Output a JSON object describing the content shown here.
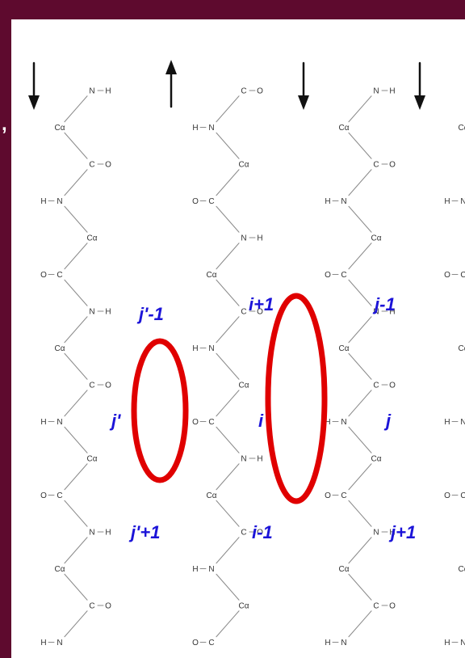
{
  "colors": {
    "background": "#5e0a2e",
    "panel": "#ffffff",
    "bond": "#8a8a8a",
    "atom_text": "#333333",
    "hbond": "#f08080",
    "label": "#1c14d8",
    "highlight": "#e00000",
    "arrow": "#111111"
  },
  "decor": {
    "comma": ","
  },
  "strand_direction_arrows": [
    "down",
    "up",
    "down",
    "down"
  ],
  "atoms": {
    "n": "N",
    "h": "H",
    "o": "O",
    "c": "C",
    "ca": "Cα"
  },
  "residue_labels": [
    {
      "id": "jp-1",
      "text": "j'-1"
    },
    {
      "id": "jp",
      "text": "j'"
    },
    {
      "id": "jp+1",
      "text": "j'+1"
    },
    {
      "id": "i+1",
      "text": "i+1"
    },
    {
      "id": "i",
      "text": "i"
    },
    {
      "id": "i-1",
      "text": "i-1"
    },
    {
      "id": "j-1",
      "text": "j-1"
    },
    {
      "id": "j",
      "text": "j"
    },
    {
      "id": "j+1",
      "text": "j+1"
    }
  ],
  "highlighted_pairs": [
    [
      "jp",
      "i"
    ],
    [
      "i+1",
      "i-1"
    ]
  ]
}
